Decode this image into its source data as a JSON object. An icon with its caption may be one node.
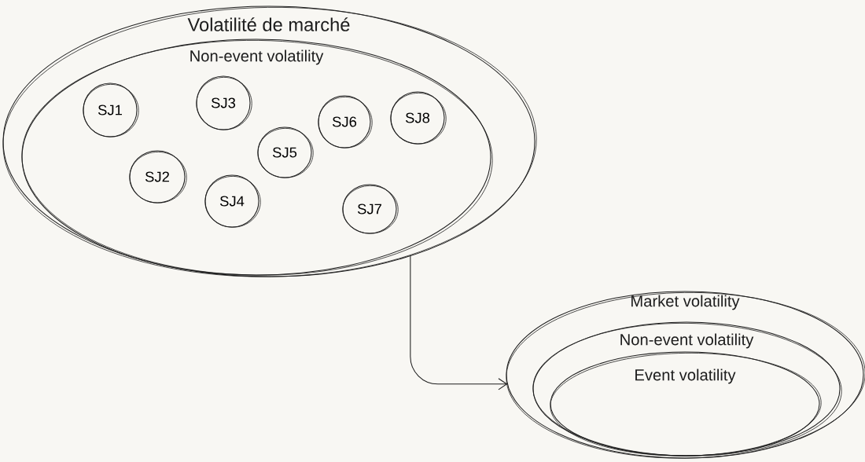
{
  "diagram": {
    "nodes": [
      {
        "text": [
          "Volatilité de marché"
        ]
      },
      {
        "text": [
          "Non-event volatility"
        ],
        "in": 0
      },
      {
        "text": [
          "SJ1"
        ],
        "in": 1
      },
      {
        "text": [
          "SJ2"
        ],
        "in": 1
      },
      {
        "text": [
          "SJ3"
        ],
        "in": 1
      },
      {
        "text": [
          "SJ4"
        ],
        "in": 1
      },
      {
        "text": [
          "SJ5"
        ],
        "in": 1
      },
      {
        "text": [
          "SJ6"
        ],
        "in": 1
      },
      {
        "text": [
          "SJ7"
        ],
        "in": 1
      },
      {
        "text": [
          "SJ8"
        ],
        "in": 1
      },
      {
        "text": [
          "Market volatility"
        ]
      },
      {
        "text": [
          "Non-event volatility"
        ],
        "in": 10
      },
      {
        "text": [
          "Event volatility"
        ],
        "in": 11
      }
    ],
    "edges": [
      {
        "from": 0,
        "to": 10,
        "arrow": "to"
      }
    ]
  }
}
